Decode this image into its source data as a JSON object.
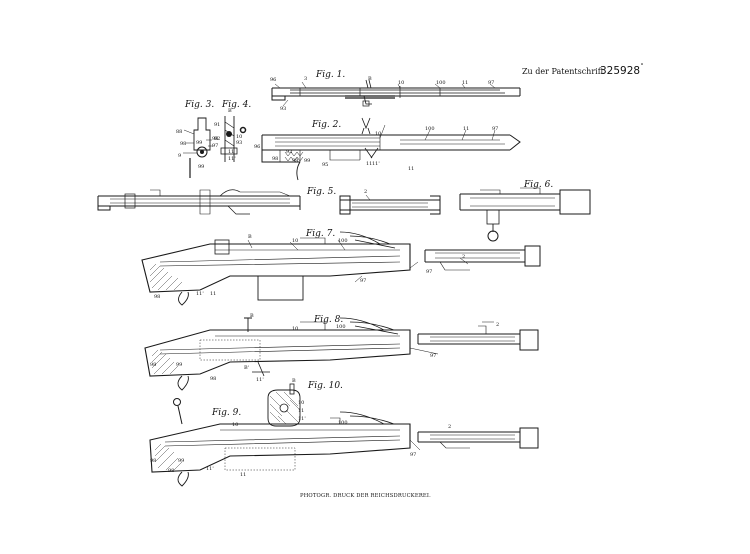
{
  "header": {
    "prefix": "Zu der Patentschrift",
    "number": "325928"
  },
  "figures": [
    {
      "id": "fig1",
      "label": "Fig. 1.",
      "parts": [
        "96",
        "3",
        "93",
        "B",
        "100",
        "11",
        "97",
        "10"
      ]
    },
    {
      "id": "fig2",
      "label": "Fig. 2.",
      "parts": [
        "100",
        "11",
        "97",
        "96",
        "10",
        "93",
        "95",
        "98",
        "98",
        "99",
        "11",
        "11",
        "11'"
      ]
    },
    {
      "id": "fig3",
      "label": "Fig. 3.",
      "parts": [
        "88",
        "98",
        "99",
        "9",
        "98",
        "97",
        "99"
      ]
    },
    {
      "id": "fig4",
      "label": "Fig. 4.",
      "parts": [
        "B",
        "91",
        "92",
        "10",
        "93",
        "11",
        "11'"
      ]
    },
    {
      "id": "fig5",
      "label": "Fig. 5.",
      "parts": [
        "2"
      ]
    },
    {
      "id": "fig6",
      "label": "Fig. 6.",
      "parts": []
    },
    {
      "id": "fig7",
      "label": "Fig. 7.",
      "parts": [
        "B",
        "10",
        "100",
        "2",
        "98",
        "11'",
        "11",
        "97",
        "97"
      ]
    },
    {
      "id": "fig8",
      "label": "Fig. 8.",
      "parts": [
        "B",
        "10",
        "100",
        "2",
        "98",
        "99",
        "98",
        "11'",
        "B'",
        "97"
      ]
    },
    {
      "id": "fig9",
      "label": "Fig. 9.",
      "parts": [
        "10",
        "100",
        "2",
        "98",
        "99",
        "98",
        "11'",
        "11",
        "97"
      ]
    },
    {
      "id": "fig10",
      "label": "Fig. 10.",
      "parts": [
        "B",
        "10",
        "11",
        "11'"
      ]
    }
  ],
  "footer": "PHOTOGR. DRUCK DER REICHSDRUCKEREI."
}
